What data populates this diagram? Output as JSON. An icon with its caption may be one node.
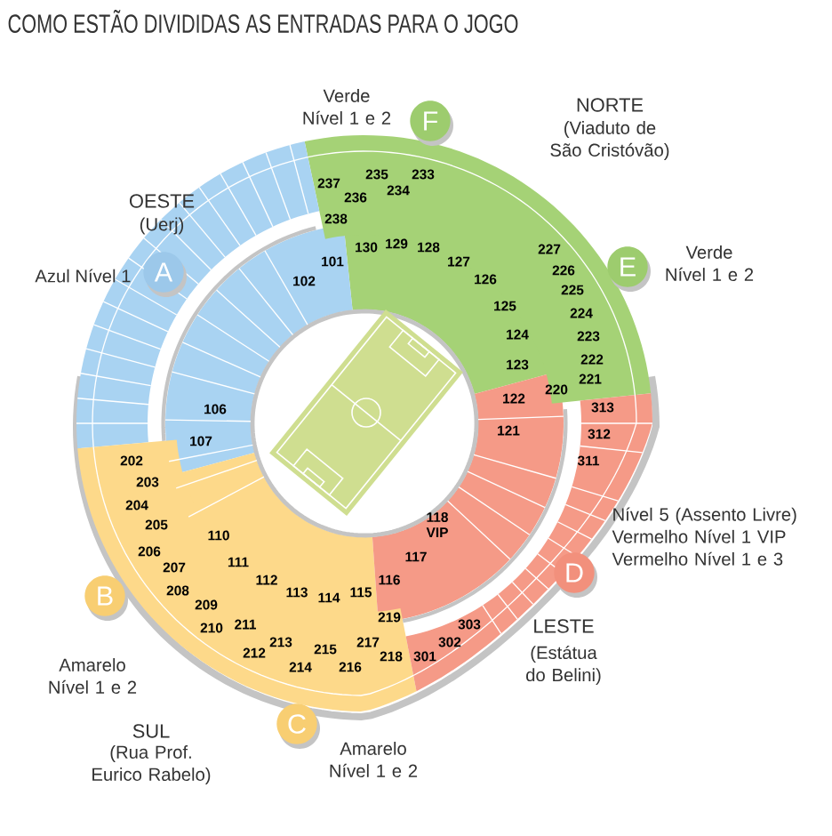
{
  "diagram": {
    "title": "COMO ESTÃO DIVIDIDAS AS ENTRADAS PARA O JOGO",
    "nodes": [
      {
        "text": [
          "F"
        ],
        "beside": [
          "Verde Nível 1 e 2"
        ]
      },
      {
        "text": [
          "E"
        ],
        "beside": [
          "Verde Nível 1 e 2"
        ]
      },
      {
        "text": [
          "A"
        ],
        "beside": [
          "Azul Nível 1"
        ]
      },
      {
        "text": [
          "D"
        ],
        "beside": [
          "Nível 5 (Assento Livre) Vermelho Nível 1 VIP Vermelho Nível 1 e 3"
        ]
      },
      {
        "text": [
          "B"
        ],
        "beside": [
          "Amarelo Nível 1 e 2"
        ]
      },
      {
        "text": [
          "C"
        ],
        "beside": [
          "Amarelo Nível 1 e 2"
        ]
      }
    ],
    "labels": [
      "NORTE",
      "(Viaduto de São Cristóvão)",
      "OESTE",
      "(Uerj)",
      "LESTE",
      "(Estátua do Belini)",
      "SUL",
      "(Rua Prof. Eurico Rabelo)",
      "237",
      "236",
      "235",
      "234",
      "233",
      "238",
      "130",
      "129",
      "128",
      "101",
      "127",
      "102",
      "126",
      "227",
      "125",
      "226",
      "225",
      "124",
      "224",
      "223",
      "123",
      "222",
      "221",
      "220",
      "122",
      "313",
      "121",
      "312",
      "311",
      "106",
      "202",
      "107",
      "203",
      "204",
      "205",
      "206",
      "110",
      "207",
      "111",
      "208",
      "112",
      "209",
      "113",
      "114",
      "115",
      "116",
      "117",
      "118 VIP",
      "219",
      "303",
      "302",
      "301",
      "210",
      "211",
      "212",
      "213",
      "214",
      "215",
      "216",
      "217",
      "218"
    ]
  }
}
